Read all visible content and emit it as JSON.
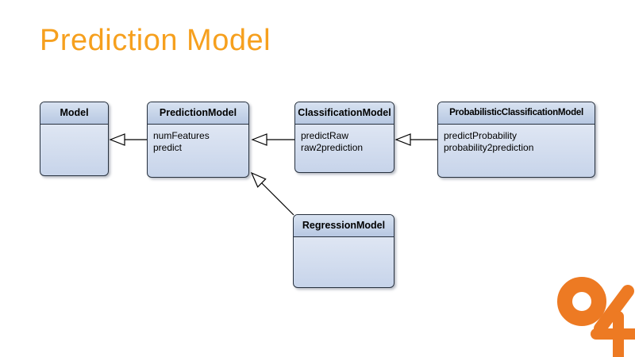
{
  "slide": {
    "title": "Prediction Model"
  },
  "colors": {
    "title_orange": "#F6A01E",
    "logo_orange": "#ED7A23",
    "box_border": "#27313E",
    "box_header_top": "#D8E2F1",
    "box_header_bottom": "#B7C8E2",
    "box_body_top": "#E9EEF7",
    "box_body_bottom": "#C7D4EA",
    "connector": "#000000"
  },
  "diagram": {
    "classes": [
      {
        "name": "Model",
        "members": []
      },
      {
        "name": "PredictionModel",
        "members": [
          "numFeatures",
          "predict"
        ]
      },
      {
        "name": "ClassificationModel",
        "members": [
          "predictRaw",
          "raw2prediction"
        ]
      },
      {
        "name": "ProbabilisticClassificationModel",
        "members": [
          "predictProbability",
          "probability2prediction"
        ]
      },
      {
        "name": "RegressionModel",
        "members": []
      }
    ],
    "relations": [
      {
        "from": "PredictionModel",
        "to": "Model",
        "type": "inheritance"
      },
      {
        "from": "ClassificationModel",
        "to": "PredictionModel",
        "type": "inheritance"
      },
      {
        "from": "ProbabilisticClassificationModel",
        "to": "ClassificationModel",
        "type": "inheritance"
      },
      {
        "from": "RegressionModel",
        "to": "PredictionModel",
        "type": "inheritance"
      }
    ]
  }
}
